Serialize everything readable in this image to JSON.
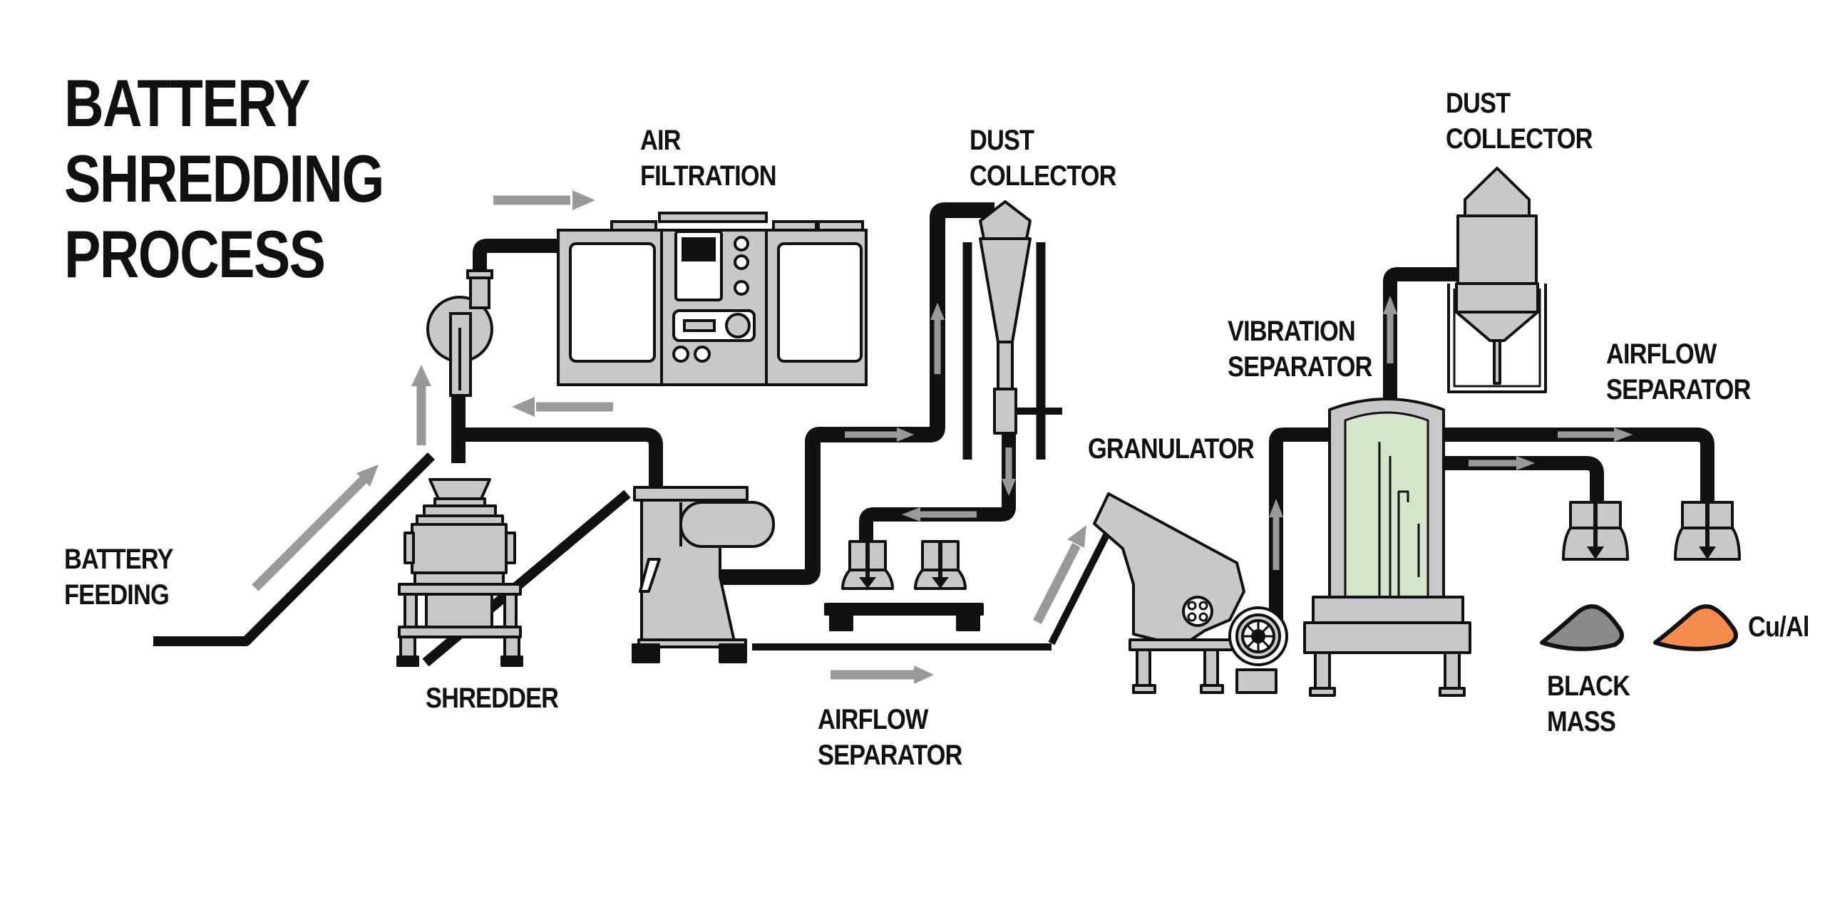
{
  "title": {
    "line1": "BATTERY",
    "line2": "SHREDDING",
    "line3": "PROCESS"
  },
  "labels": {
    "battery_feeding": {
      "line1": "BATTERY",
      "line2": "FEEDING"
    },
    "shredder": "SHREDDER",
    "air_filtration": {
      "line1": "AIR",
      "line2": "FILTRATION"
    },
    "dust_collector_1": {
      "line1": "DUST",
      "line2": "COLLECTOR"
    },
    "airflow_separator_1": {
      "line1": "AIRFLOW",
      "line2": "SEPARATOR"
    },
    "granulator": "GRANULATOR",
    "vibration_separator": {
      "line1": "VIBRATION",
      "line2": "SEPARATOR"
    },
    "dust_collector_2": {
      "line1": "DUST",
      "line2": "COLLECTOR"
    },
    "airflow_separator_2": {
      "line1": "AIRFLOW",
      "line2": "SEPARATOR"
    },
    "black_mass": {
      "line1": "BLACK",
      "line2": "MASS"
    },
    "cu_al": "Cu/Al"
  },
  "colors": {
    "pipe": "#111111",
    "machine_fill": "#c8c8ca",
    "arrow": "#999999",
    "separator_glass": "#d3e6cc",
    "black_mass_pile": "#8a8a8c",
    "cu_al_pile": "#f58b4c"
  }
}
